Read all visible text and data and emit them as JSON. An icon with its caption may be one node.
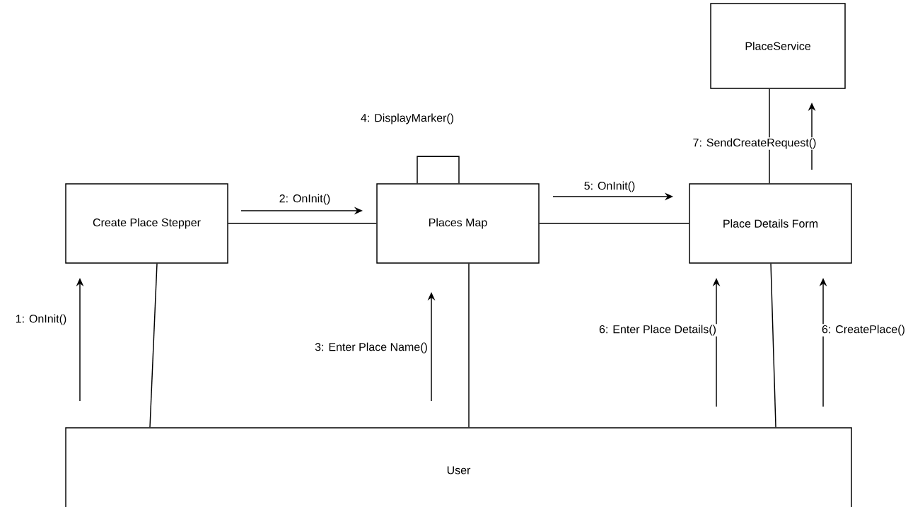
{
  "diagram": {
    "nodes": [
      {
        "text": [
          "PlaceService"
        ]
      },
      {
        "text": [
          "Create Place Stepper"
        ]
      },
      {
        "text": [
          "Places Map"
        ]
      },
      {
        "text": [
          "Place Details Form"
        ]
      },
      {
        "text": [
          "User"
        ]
      }
    ],
    "edges": [
      {
        "from": 1,
        "to": 2,
        "arrow": "none"
      },
      {
        "from": 2,
        "to": 2,
        "arrow": "none"
      },
      {
        "from": 2,
        "to": 3,
        "arrow": "none"
      },
      {
        "from": 3,
        "to": 0,
        "arrow": "none"
      },
      {
        "from": 1,
        "to": 4,
        "arrow": "none"
      },
      {
        "from": 2,
        "to": 4,
        "arrow": "none"
      },
      {
        "from": 3,
        "to": 4,
        "arrow": "none"
      }
    ],
    "labels": [
      "4: DisplayMarker()",
      "7: SendCreateRequest()",
      "2: OnInit()",
      "5: OnInit()",
      "1: OnInit()",
      "6: Enter Place Details()",
      "6: CreatePlace()",
      "3: Enter Place Name()"
    ]
  }
}
